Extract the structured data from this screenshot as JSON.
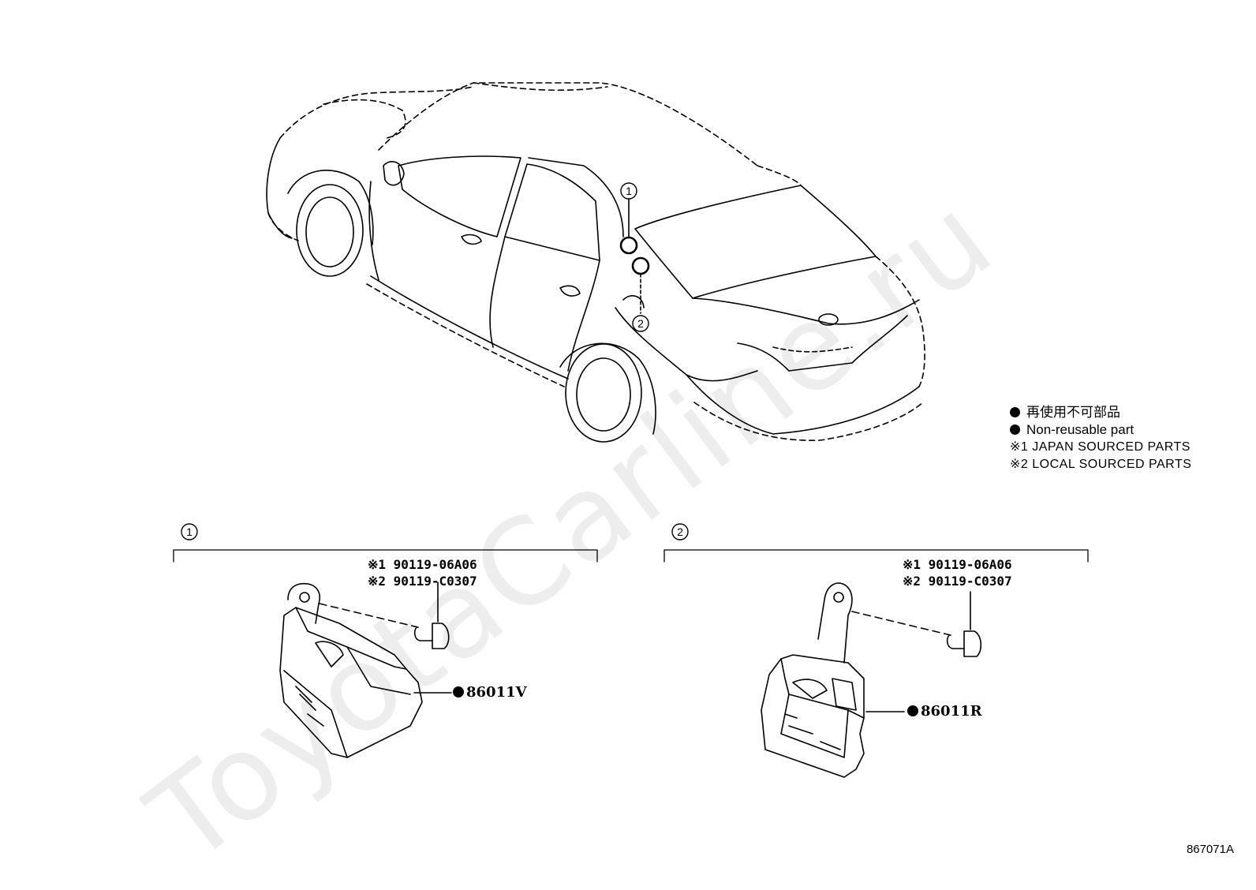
{
  "watermark": "ToyotaCarline.ru",
  "legend": {
    "non_reusable_jp": "再使用不可部品",
    "non_reusable_en": "Non-reusable part",
    "note1": "※1 JAPAN SOURCED PARTS",
    "note2": "※2 LOCAL SOURCED PARTS"
  },
  "callouts": {
    "one": "1",
    "two": "2"
  },
  "section1": {
    "label": "1",
    "bolt_jp": "※1 90119-06A06",
    "bolt_local": "※2 90119-C0307",
    "part": "86011V"
  },
  "section2": {
    "label": "2",
    "bolt_jp": "※1 90119-06A06",
    "bolt_local": "※2 90119-C0307",
    "part": "86011R"
  },
  "diagram_code": "867071A"
}
